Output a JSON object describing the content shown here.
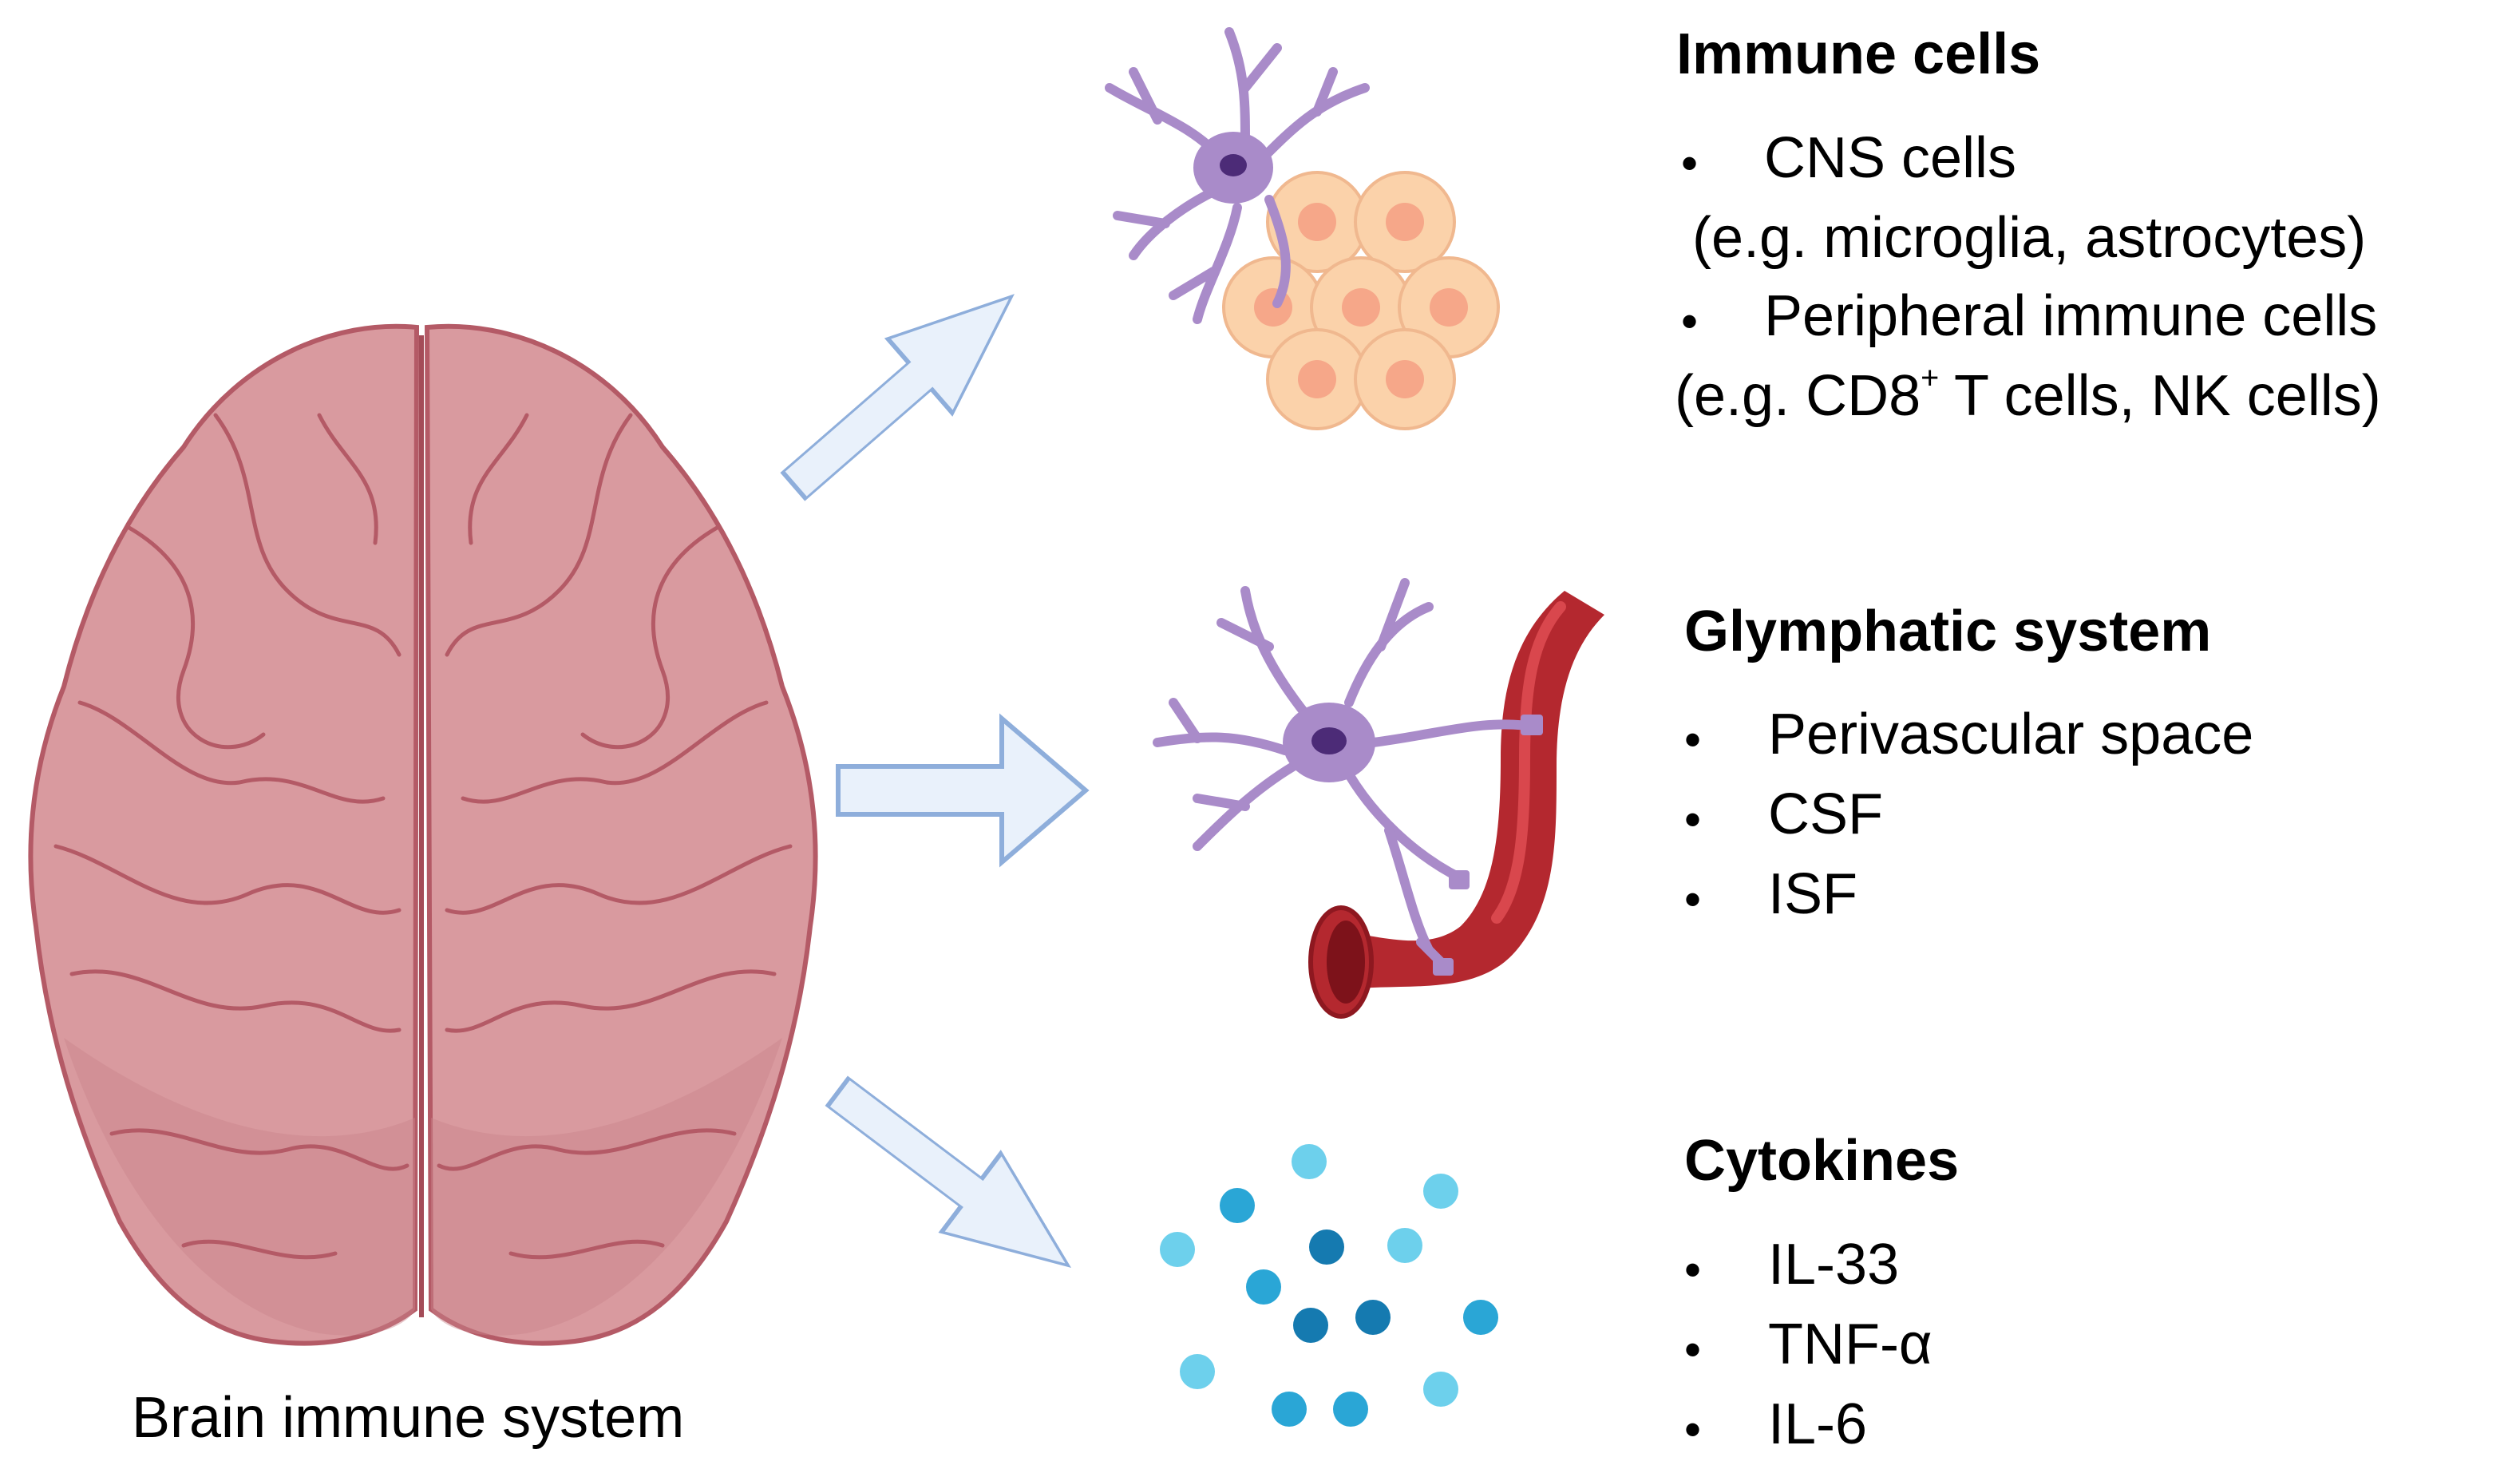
{
  "caption": "Brain immune system",
  "sections": [
    {
      "heading": "Immune cells",
      "items": [
        {
          "bullet": "•",
          "text": "CNS cells"
        },
        {
          "text": "(e.g. microglia, astrocytes)"
        },
        {
          "bullet": "•",
          "text": "Peripheral immune cells"
        },
        {
          "text_before": "(e.g. CD8",
          "sup": "+",
          "text_after": " T cells, NK cells)"
        }
      ]
    },
    {
      "heading": "Glymphatic system",
      "items": [
        {
          "bullet": "•",
          "text": "Perivascular space"
        },
        {
          "bullet": "•",
          "text": "CSF"
        },
        {
          "bullet": "•",
          "text": "ISF"
        }
      ]
    },
    {
      "heading": "Cytokines",
      "items": [
        {
          "bullet": "•",
          "text": "IL-33"
        },
        {
          "bullet": "•",
          "text": "TNF-α"
        },
        {
          "bullet": "•",
          "text": "IL-6"
        }
      ]
    }
  ],
  "colors": {
    "brain_fill": "#d99a9f",
    "brain_outline": "#b45a66",
    "arrow_fill": "#e9f1fb",
    "arrow_stroke": "#8eaedb",
    "cell_purple": "#a98bc9",
    "cell_nucleus": "#4c2b77",
    "cell_peach": "#fbd2aa",
    "cell_peach_core": "#f6a789",
    "vessel_red": "#b4282f",
    "vessel_dark": "#7d121a",
    "cytokine_light": "#6dd0ec",
    "cytokine_mid": "#2aa6d6",
    "cytokine_dark": "#157ab0"
  },
  "icons": [
    "brain-icon",
    "microglia-icon",
    "cell-cluster-icon",
    "astrocyte-icon",
    "blood-vessel-icon",
    "cytokine-molecules-icon"
  ]
}
